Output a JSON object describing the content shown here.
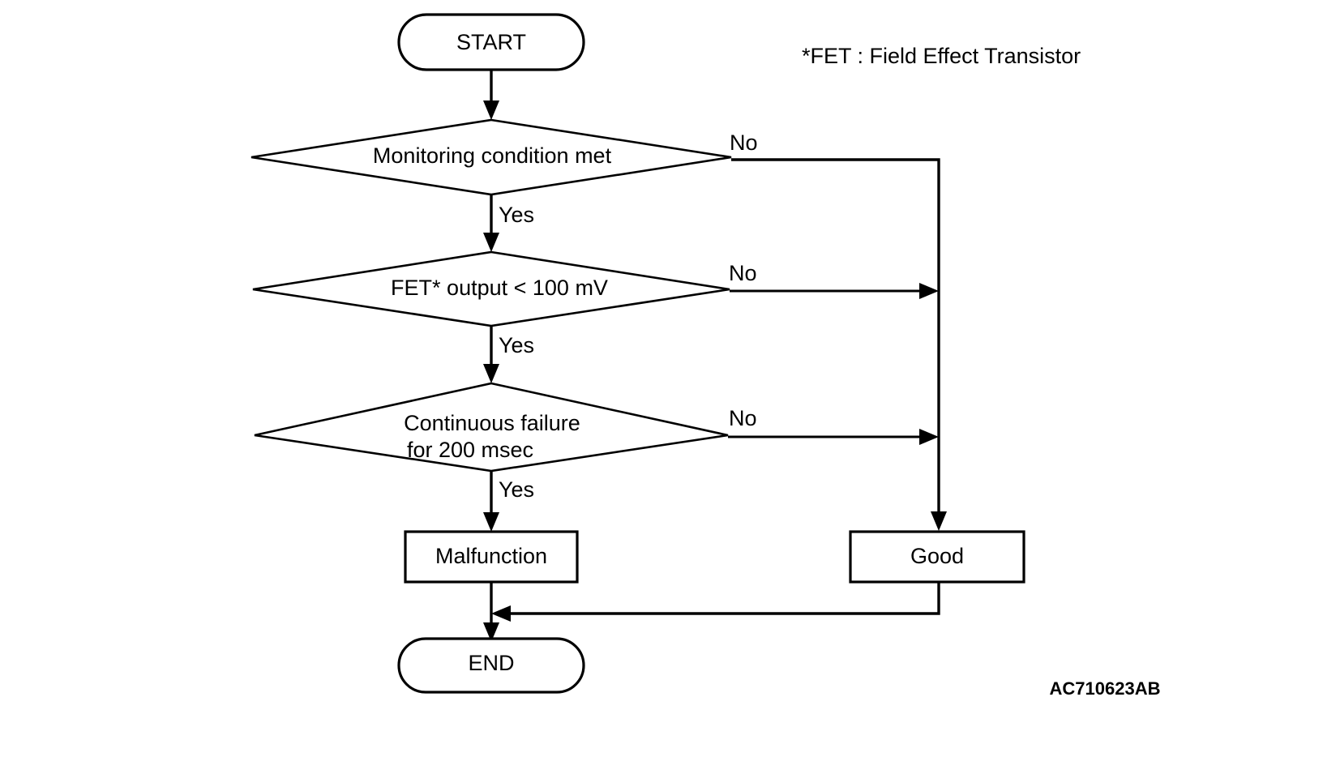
{
  "diagram": {
    "title_footnote": "*FET : Field Effect Transistor",
    "reference_code": "AC710623AB",
    "background_color": "#ffffff",
    "line_color": "#000000",
    "nodes": {
      "start": {
        "label": "START",
        "type": "terminator"
      },
      "decision_1": {
        "label": "Monitoring condition met",
        "type": "decision"
      },
      "decision_2": {
        "label": "FET* output < 100 mV",
        "type": "decision"
      },
      "decision_3_line1": {
        "label": "Continuous failure",
        "type": "decision"
      },
      "decision_3_line2": {
        "label": "for 200 msec",
        "type": "decision"
      },
      "malfunction": {
        "label": "Malfunction",
        "type": "process"
      },
      "good": {
        "label": "Good",
        "type": "process"
      },
      "end": {
        "label": "END",
        "type": "terminator"
      }
    },
    "edge_labels": {
      "d1_no": "No",
      "d1_yes": "Yes",
      "d2_no": "No",
      "d2_yes": "Yes",
      "d3_no": "No",
      "d3_yes": "Yes"
    }
  }
}
